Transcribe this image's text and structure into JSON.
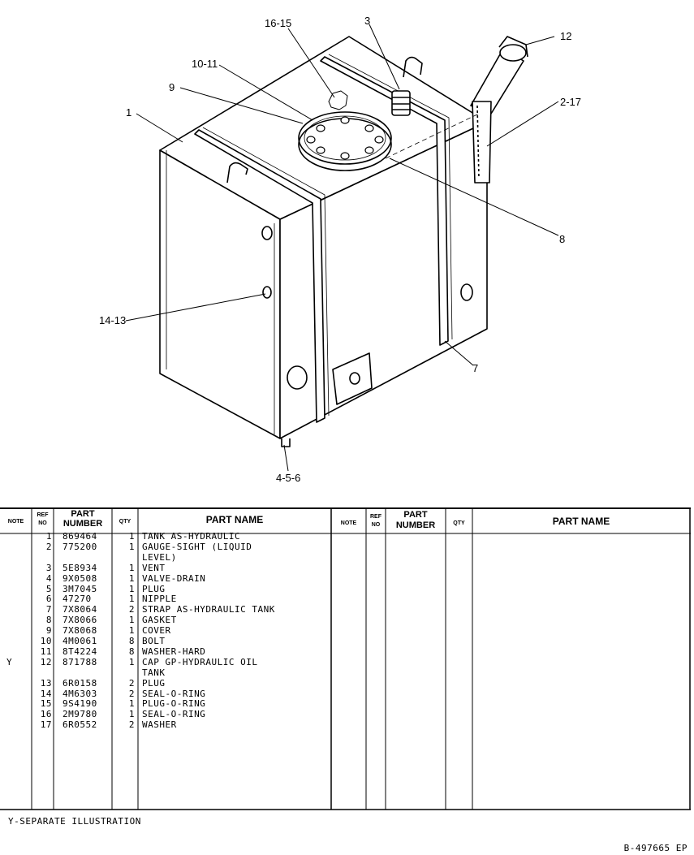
{
  "callouts": {
    "c1": "1",
    "c3": "3",
    "c16_15": "16-15",
    "c10_11": "10-11",
    "c9": "9",
    "c12": "12",
    "c2_17": "2-17",
    "c8": "8",
    "c14_13": "14-13",
    "c7": "7",
    "c4_5_6": "4-5-6"
  },
  "table": {
    "headers": {
      "note": "NOTE",
      "ref_top": "REF",
      "ref_bottom": "NO",
      "part_top": "PART",
      "part_bottom": "NUMBER",
      "qty": "QTY",
      "part_name": "PART NAME"
    },
    "rows": [
      {
        "note": "",
        "ref": "1",
        "part": "869464",
        "qty": "1",
        "name": "TANK AS-HYDRAULIC"
      },
      {
        "note": "",
        "ref": "2",
        "part": "775200",
        "qty": "1",
        "name": "GAUGE-SIGHT (LIQUID\nLEVEL)"
      },
      {
        "note": "",
        "ref": "3",
        "part": "5E8934",
        "qty": "1",
        "name": "VENT"
      },
      {
        "note": "",
        "ref": "4",
        "part": "9X0508",
        "qty": "1",
        "name": "VALVE-DRAIN"
      },
      {
        "note": "",
        "ref": "5",
        "part": "3M7045",
        "qty": "1",
        "name": "PLUG"
      },
      {
        "note": "",
        "ref": "6",
        "part": "47270",
        "qty": "1",
        "name": "NIPPLE"
      },
      {
        "note": "",
        "ref": "7",
        "part": "7X8064",
        "qty": "2",
        "name": "STRAP AS-HYDRAULIC TANK"
      },
      {
        "note": "",
        "ref": "8",
        "part": "7X8066",
        "qty": "1",
        "name": "GASKET"
      },
      {
        "note": "",
        "ref": "9",
        "part": "7X8068",
        "qty": "1",
        "name": "COVER"
      },
      {
        "note": "",
        "ref": "10",
        "part": "4M0061",
        "qty": "8",
        "name": "BOLT"
      },
      {
        "note": "",
        "ref": "11",
        "part": "8T4224",
        "qty": "8",
        "name": "WASHER-HARD"
      },
      {
        "note": "Y",
        "ref": "12",
        "part": "871788",
        "qty": "1",
        "name": "CAP GP-HYDRAULIC OIL\nTANK"
      },
      {
        "note": "",
        "ref": "13",
        "part": "6R0158",
        "qty": "2",
        "name": "PLUG"
      },
      {
        "note": "",
        "ref": "14",
        "part": "4M6303",
        "qty": "2",
        "name": "SEAL-O-RING"
      },
      {
        "note": "",
        "ref": "15",
        "part": "9S4190",
        "qty": "1",
        "name": "PLUG-O-RING"
      },
      {
        "note": "",
        "ref": "16",
        "part": "2M9780",
        "qty": "1",
        "name": "SEAL-O-RING"
      },
      {
        "note": "",
        "ref": "17",
        "part": "6R0552",
        "qty": "2",
        "name": "WASHER"
      }
    ]
  },
  "footer": {
    "note": "Y-SEPARATE ILLUSTRATION",
    "doc_id": "B-497665 EP"
  }
}
